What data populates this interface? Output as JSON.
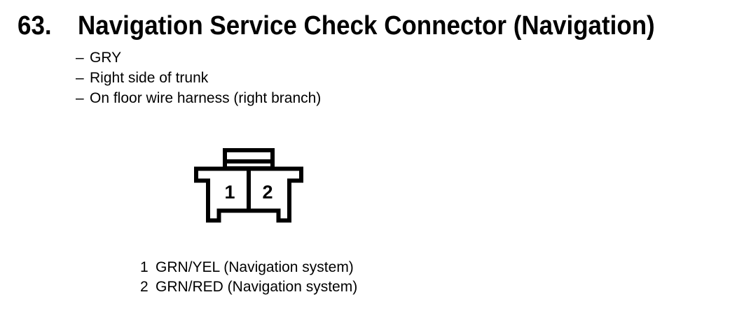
{
  "header": {
    "item_number": "63.",
    "title": "Navigation Service Check Connector (Navigation)"
  },
  "details": {
    "bullet_char": "–",
    "items": [
      "GRY",
      "Right side of trunk",
      "On floor wire harness (right branch)"
    ]
  },
  "connector": {
    "cavities": [
      "1",
      "2"
    ]
  },
  "pins": [
    {
      "number": "1",
      "label": "GRN/YEL (Navigation system)"
    },
    {
      "number": "2",
      "label": "GRN/RED (Navigation system)"
    }
  ],
  "colors": {
    "ink": "#000000",
    "paper": "#ffffff"
  }
}
